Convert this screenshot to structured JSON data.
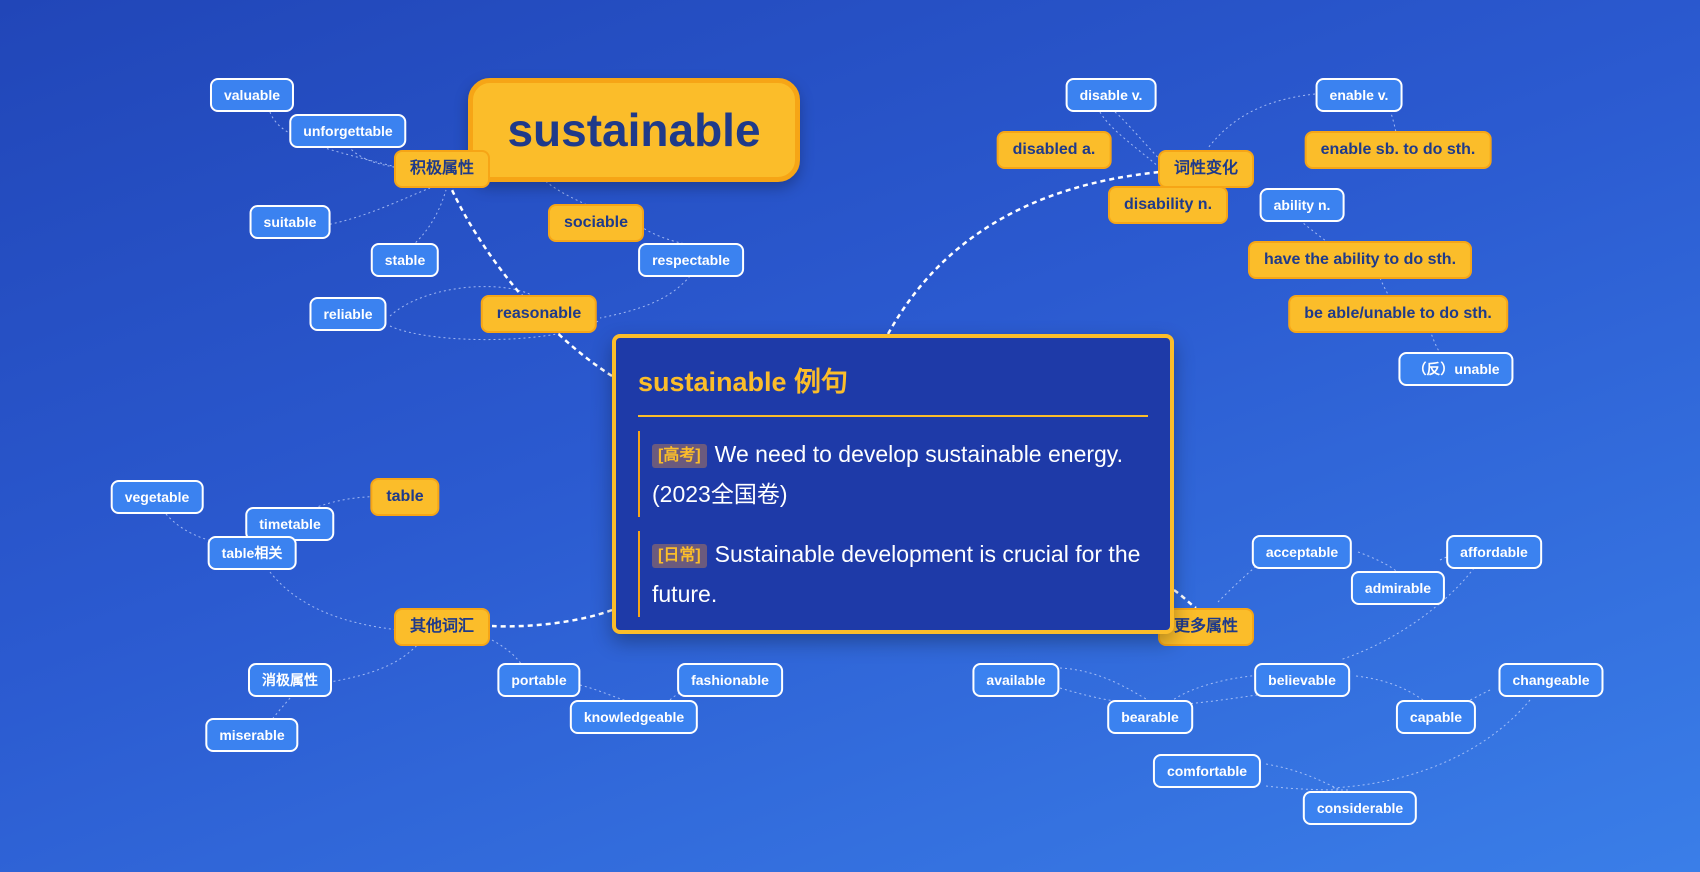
{
  "root": {
    "label": "sustainable"
  },
  "panel": {
    "title": "sustainable 例句",
    "examples": [
      {
        "tag": "[高考]",
        "text": "We need to develop sustainable energy.(2023全国卷)"
      },
      {
        "tag": "[日常]",
        "text": "Sustainable development is crucial for the future."
      }
    ]
  },
  "branches": {
    "positive": "积极属性",
    "forms": "词性变化",
    "other": "其他词汇",
    "more": "更多属性"
  },
  "positive": {
    "valuable": "valuable",
    "unforgettable": "unforgettable",
    "suitable": "suitable",
    "stable": "stable",
    "reliable": "reliable",
    "sociable": "sociable",
    "respectable": "respectable",
    "reasonable": "reasonable"
  },
  "forms": {
    "disable_v": "disable v.",
    "enable_v": "enable v.",
    "disabled_a": "disabled a.",
    "enable_sb": "enable sb. to do sth.",
    "disability_n": "disability n.",
    "ability_n": "ability n.",
    "have_ability": "have the ability to do sth.",
    "be_able": "be able/unable to do sth.",
    "unable": "（反）unable"
  },
  "other": {
    "vegetable": "vegetable",
    "table": "table",
    "timetable": "timetable",
    "table_related": "table相关",
    "negative": "消极属性",
    "miserable": "miserable",
    "portable": "portable",
    "fashionable": "fashionable",
    "knowledgeable": "knowledgeable"
  },
  "more": {
    "acceptable": "acceptable",
    "affordable": "affordable",
    "admirable": "admirable",
    "available": "available",
    "believable": "believable",
    "changeable": "changeable",
    "bearable": "bearable",
    "capable": "capable",
    "comfortable": "comfortable",
    "considerable": "considerable"
  },
  "colors": {
    "background_start": "#2146b8",
    "background_end": "#3a7ee8",
    "branch_fill": "#fbbd2a",
    "leaf_fill": "#3b82f0",
    "panel_fill": "#1e3aa8",
    "accent": "#fbbd2a"
  }
}
